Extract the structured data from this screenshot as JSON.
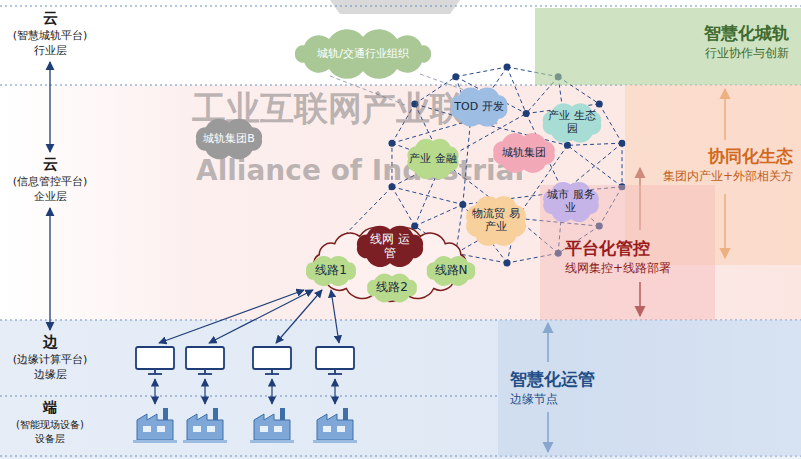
{
  "diagram": {
    "nodes": [
      {
        "text": [
          "智慧化城轨",
          "行业协作与创新"
        ]
      },
      {
        "text": [
          "城轨/交通行业组织"
        ]
      },
      {
        "text": [
          "城轨集团B"
        ]
      },
      {
        "text": [
          "TOD 开发"
        ]
      },
      {
        "text": [
          "产业 生态园"
        ]
      },
      {
        "text": [
          "产业 金融"
        ]
      },
      {
        "text": [
          "城轨集团"
        ]
      },
      {
        "text": [
          "城市 服务业"
        ]
      },
      {
        "text": [
          "物流贸 易 产业"
        ]
      },
      {
        "text": [
          "协同化生态",
          "集团内产业+外部相关方"
        ]
      },
      {
        "text": [
          "平台化管控",
          "线网集控+线路部署"
        ]
      },
      {
        "text": [
          "线网 运管"
        ]
      },
      {
        "text": [
          "线路1"
        ],
        "in": 11
      },
      {
        "text": [
          "线路2"
        ],
        "in": 11
      },
      {
        "text": [
          "线路N"
        ],
        "in": 11
      },
      {
        "text": [
          "智慧化运管",
          "边缘节点"
        ]
      }
    ],
    "labels": [
      "云",
      "(智慧城轨平台)",
      "行业层",
      "云",
      "(信息管控平台)",
      "企业层",
      "边",
      "(边缘计算平台)",
      "边缘层",
      "端",
      "(智能现场设备)",
      "设备层",
      "工业互联网产业联盟",
      "Alliance of Industrial"
    ]
  }
}
